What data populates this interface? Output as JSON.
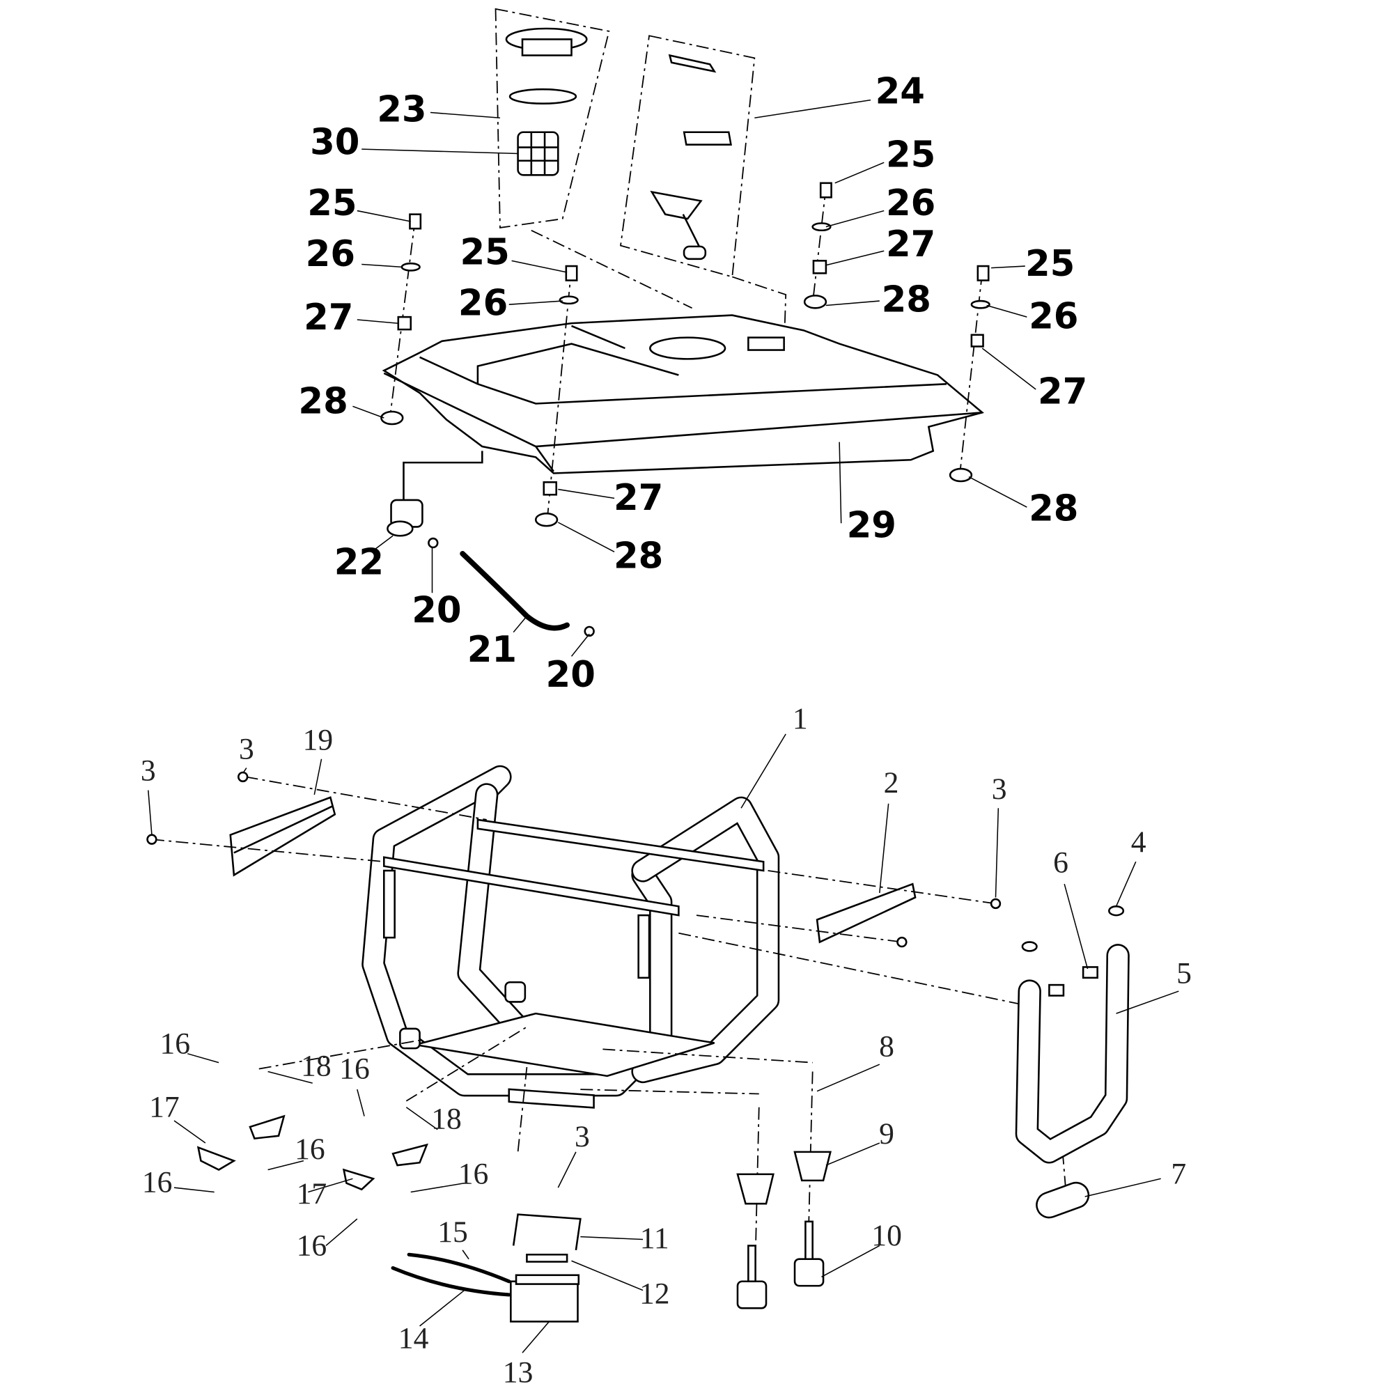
{
  "diagram": {
    "type": "exploded parts diagram",
    "fuel_tank_labels": [
      "23",
      "30",
      "24",
      "25",
      "26",
      "27",
      "28",
      "25",
      "26",
      "27",
      "28",
      "25",
      "26",
      "25",
      "26",
      "27",
      "28",
      "27",
      "28",
      "29",
      "22",
      "20",
      "21",
      "20"
    ],
    "frame_labels": [
      "1",
      "19",
      "3",
      "3",
      "2",
      "3",
      "6",
      "4",
      "5",
      "8",
      "16",
      "18",
      "16",
      "18",
      "17",
      "16",
      "16",
      "17",
      "16",
      "3",
      "9",
      "7",
      "11",
      "10",
      "15",
      "16",
      "12",
      "14",
      "13"
    ]
  }
}
